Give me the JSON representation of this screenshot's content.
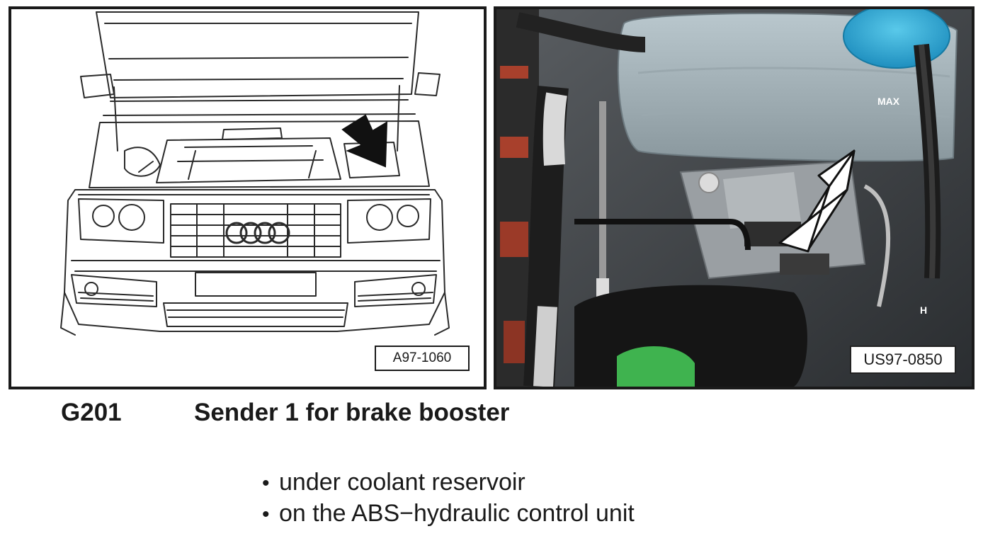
{
  "figures": [
    {
      "id": "left",
      "kind": "line-drawing",
      "reference": "A97-1060"
    },
    {
      "id": "right",
      "kind": "photograph",
      "reference": "US97-0850",
      "photo_markings": [
        "MAX",
        "H"
      ]
    }
  ],
  "component": {
    "code": "G201",
    "name": "Sender 1 for brake booster"
  },
  "locations": [
    "under coolant reservoir",
    "on the ABS−hydraulic control unit"
  ],
  "bullet": "•"
}
